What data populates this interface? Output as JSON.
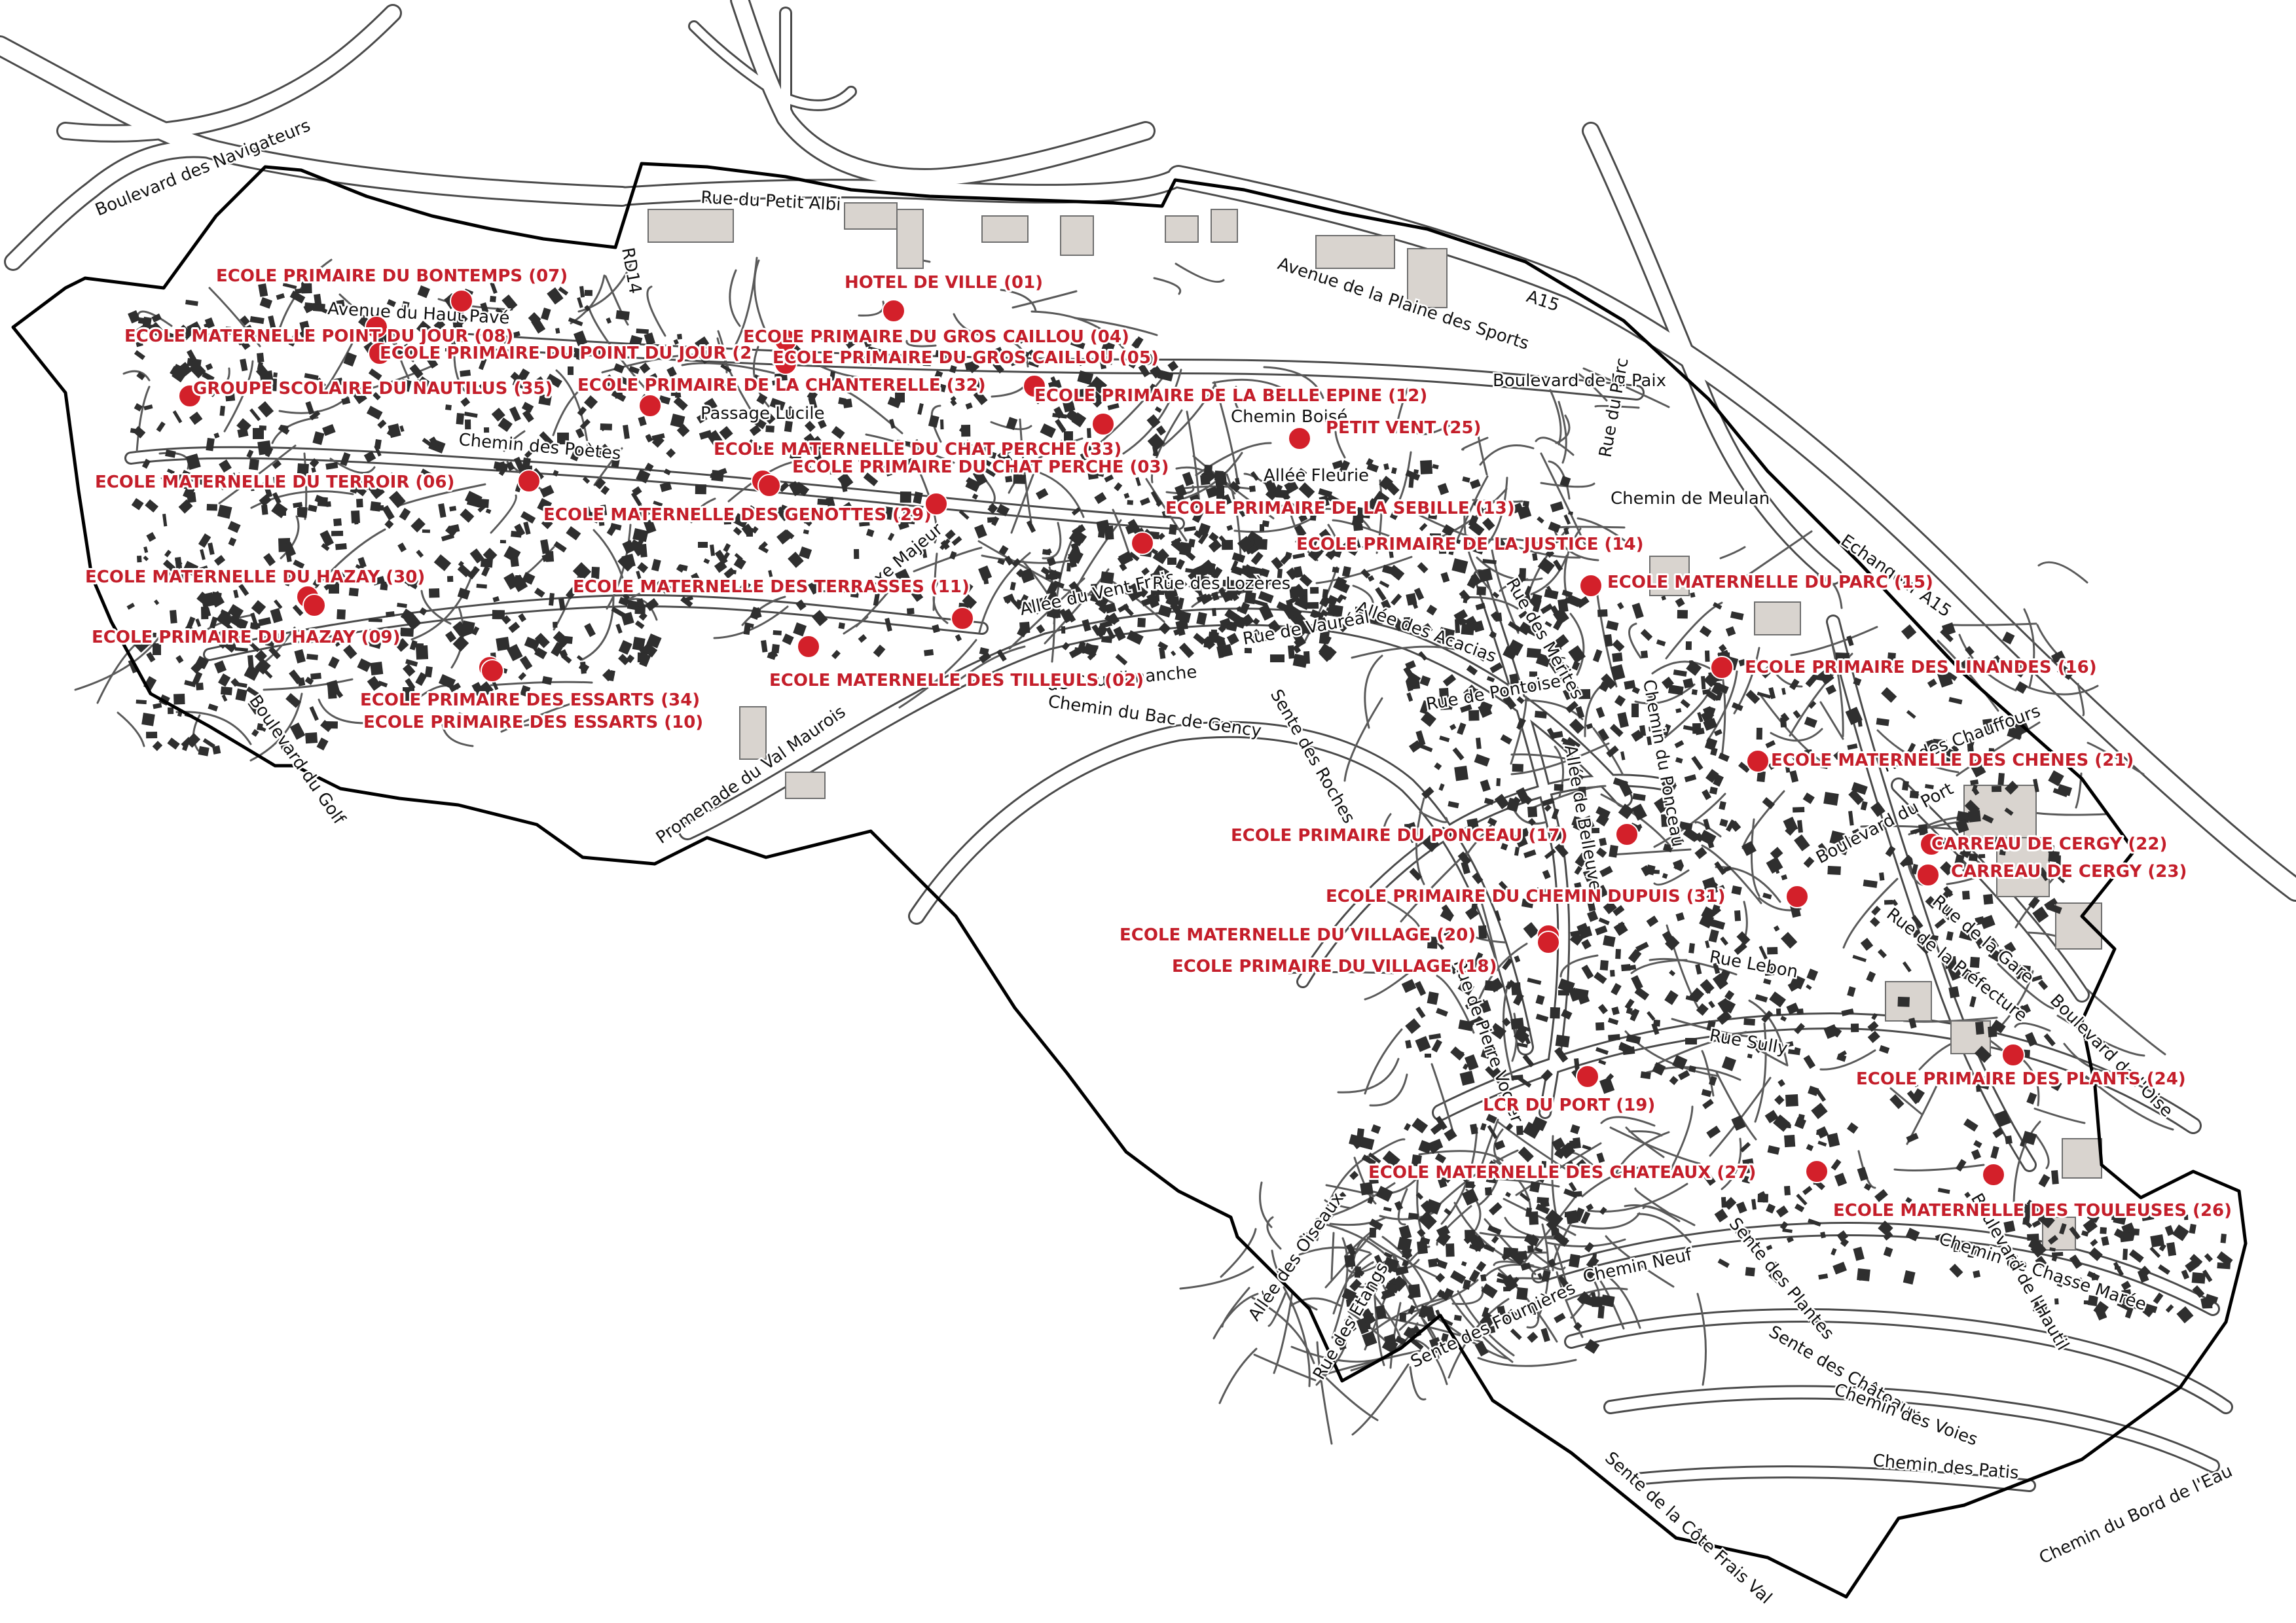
{
  "colors": {
    "poi": "#d3202a",
    "poi_label": "#c41e2a",
    "road_casing": "#4a4a4a",
    "road_fill": "#ffffff",
    "building": "#2f2f2f",
    "large_building": "#d9d4cf",
    "border": "#000000",
    "background": "#ffffff"
  },
  "pois": [
    {
      "id": "07",
      "label": "ECOLE PRIMAIRE DU BONTEMPS (07)"
    },
    {
      "id": "08",
      "label": "ECOLE MATERNELLE POINT DU JOUR (08)"
    },
    {
      "id": "2",
      "label": "ECOLE PRIMAIRE DU POINT DU JOUR (2"
    },
    {
      "id": "35",
      "label": "GROUPE SCOLAIRE DU NAUTILUS (35)"
    },
    {
      "id": "06",
      "label": "ECOLE MATERNELLE DU TERROIR (06)"
    },
    {
      "id": "30",
      "label": "ECOLE MATERNELLE DU HAZAY (30)"
    },
    {
      "id": "09",
      "label": "ECOLE PRIMAIRE DU HAZAY (09)"
    },
    {
      "id": "34",
      "label": "ECOLE PRIMAIRE DES ESSARTS (34)"
    },
    {
      "id": "10",
      "label": "ECOLE PRIMAIRE DES  ESSARTS (10)"
    },
    {
      "id": "01",
      "label": "HOTEL DE VILLE (01)"
    },
    {
      "id": "04",
      "label": "ECOLE PRIMAIRE DU GROS CAILLOU (04)"
    },
    {
      "id": "05",
      "label": "ECOLE PRIMAIRE DU GROS CAILLOU (05)"
    },
    {
      "id": "32",
      "label": "ECOLE PRIMAIRE DE LA CHANTERELLE (32)"
    },
    {
      "id": "12",
      "label": "ECOLE PRIMAIRE DE LA BELLE EPINE (12)"
    },
    {
      "id": "25",
      "label": "PETIT VENT (25)"
    },
    {
      "id": "33",
      "label": "ECOLE MATERNELLE DU CHAT PERCHE (33)"
    },
    {
      "id": "03",
      "label": "ECOLE PRIMAIRE DU CHAT PERCHE (03)"
    },
    {
      "id": "29",
      "label": "ECOLE MATERNELLE DES GENOTTES (29)"
    },
    {
      "id": "13",
      "label": "ECOLE PRIMAIRE DE LA SEBILLE (13)"
    },
    {
      "id": "11",
      "label": "ECOLE MATERNELLE DES TERRASSES (11)"
    },
    {
      "id": "02",
      "label": "ECOLE MATERNELLE DES TILLEULS (02)"
    },
    {
      "id": "14",
      "label": "ECOLE PRIMAIRE DE LA JUSTICE (14)"
    },
    {
      "id": "15",
      "label": "ECOLE MATERNELLE DU PARC (15)"
    },
    {
      "id": "16",
      "label": "ECOLE PRIMAIRE DES LINANDES (16)"
    },
    {
      "id": "21",
      "label": "ECOLE MATERNELLE  DES CHENES (21)"
    },
    {
      "id": "17",
      "label": "ECOLE PRIMAIRE DU PONCEAU (17)"
    },
    {
      "id": "22",
      "label": "CARREAU DE CERGY (22)"
    },
    {
      "id": "23",
      "label": "CARREAU DE CERGY (23)"
    },
    {
      "id": "31",
      "label": "ECOLE PRIMAIRE DU CHEMIN DUPUIS (31)"
    },
    {
      "id": "20",
      "label": "ECOLE MATERNELLE DU VILLAGE (20)"
    },
    {
      "id": "18",
      "label": "ECOLE PRIMAIRE DU VILLAGE (18)"
    },
    {
      "id": "19",
      "label": "LCR DU PORT (19)"
    },
    {
      "id": "24",
      "label": "ECOLE PRIMAIRE DES PLANTS (24)"
    },
    {
      "id": "27",
      "label": "ECOLE MATERNELLE DES CHATEAUX (27)"
    },
    {
      "id": "26",
      "label": "ECOLE MATERNELLE DES TOULEUSES (26)"
    }
  ],
  "streets": [
    {
      "id": "navigateurs",
      "label": "Boulevard des Navigateurs"
    },
    {
      "id": "petit-albi",
      "label": "Rue du Petit Albi"
    },
    {
      "id": "plaine-sports",
      "label": "Avenue de la Plaine des Sports"
    },
    {
      "id": "a15",
      "label": "A15"
    },
    {
      "id": "paix",
      "label": "Boulevard de la Paix"
    },
    {
      "id": "haut-pave",
      "label": "Avenue du Haut Pavé"
    },
    {
      "id": "poetes",
      "label": "Chemin des Poètes"
    },
    {
      "id": "meulan",
      "label": "Chemin de Meulan"
    },
    {
      "id": "vent-frais",
      "label": "Allée du Vent Frais"
    },
    {
      "id": "lozeres",
      "label": "Rue des Lozères"
    },
    {
      "id": "acacias",
      "label": "Allée des Acacias"
    },
    {
      "id": "vaureal",
      "label": "Rue de Vauréal"
    },
    {
      "id": "pontoise",
      "label": "Rue de Pontoise"
    },
    {
      "id": "bac-gency",
      "label": "Chemin du Bac de Gency"
    },
    {
      "id": "courdimanche",
      "label": "de Courdimanche"
    },
    {
      "id": "roches",
      "label": "Sente des Roches"
    },
    {
      "id": "val-maurois",
      "label": "Promenade du Val Maurois"
    },
    {
      "id": "port",
      "label": "Boulevard du Port"
    },
    {
      "id": "chauffours",
      "label": "Rue des Chauffours"
    },
    {
      "id": "oise",
      "label": "Boulevard de l'Oise"
    },
    {
      "id": "gare",
      "label": "Rue de la Gare"
    },
    {
      "id": "prefecture",
      "label": "Rue de la Préfecture"
    },
    {
      "id": "belleuve",
      "label": "Allée de Belleuve"
    },
    {
      "id": "ponceau",
      "label": "Chemin du Ponceau"
    },
    {
      "id": "lebon",
      "label": "Rue Lebon"
    },
    {
      "id": "sully",
      "label": "Rue Sully"
    },
    {
      "id": "pierre-vogler",
      "label": "Rue de Pierre Vogler"
    },
    {
      "id": "fournieres",
      "label": "Sente des Fournières"
    },
    {
      "id": "oiseaux",
      "label": "Allée des Oiseaux"
    },
    {
      "id": "etangs",
      "label": "Rue des Etangs"
    },
    {
      "id": "chemin-neuf",
      "label": "Chemin Neuf"
    },
    {
      "id": "plantes",
      "label": "Sente des Plantes"
    },
    {
      "id": "chateaux",
      "label": "Sente des Châteaux"
    },
    {
      "id": "voies",
      "label": "Chemin des Voies"
    },
    {
      "id": "patis",
      "label": "Chemin des Patis"
    },
    {
      "id": "bord-eau",
      "label": "Chemin du Bord de l'Eau"
    },
    {
      "id": "chasse-maree",
      "label": "Chemin de Chasse Marée"
    },
    {
      "id": "cote-frais-val",
      "label": "Sente de la Côte Frais Val"
    },
    {
      "id": "axe-majeur",
      "label": "Axe Majeur"
    },
    {
      "id": "golf",
      "label": "Boulevard du Golf"
    },
    {
      "id": "echangeur",
      "label": "Echangeur A15"
    },
    {
      "id": "merites",
      "label": "Rue des Mérites"
    },
    {
      "id": "fleuri",
      "label": "Allée Fleurie"
    },
    {
      "id": "bois",
      "label": "Chemin Boisé"
    },
    {
      "id": "lucile",
      "label": "Passage Lucile"
    },
    {
      "id": "rd14",
      "label": "RD14"
    },
    {
      "id": "parc-road",
      "label": "Rue du Parc"
    },
    {
      "id": "lac",
      "label": "Boulevard de l'Hautil"
    }
  ]
}
